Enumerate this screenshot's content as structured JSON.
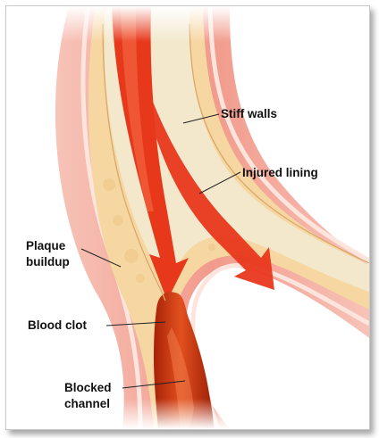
{
  "labels": {
    "stiff_walls": "Stiff walls",
    "injured_lining": "Injured lining",
    "plaque_buildup_line1": "Plaque",
    "plaque_buildup_line2": "buildup",
    "blood_clot": "Blood clot",
    "blocked_channel_line1": "Blocked",
    "blocked_channel_line2": "channel"
  },
  "colors": {
    "outer_wall": "#f4b3a8",
    "wall_highlight": "#fde0d8",
    "plaque": "#f6d9a6",
    "lumen": "#f0e6c8",
    "flow_arrow": "#e8381c",
    "clot": "#c7300f",
    "callout_line": "#222222"
  }
}
